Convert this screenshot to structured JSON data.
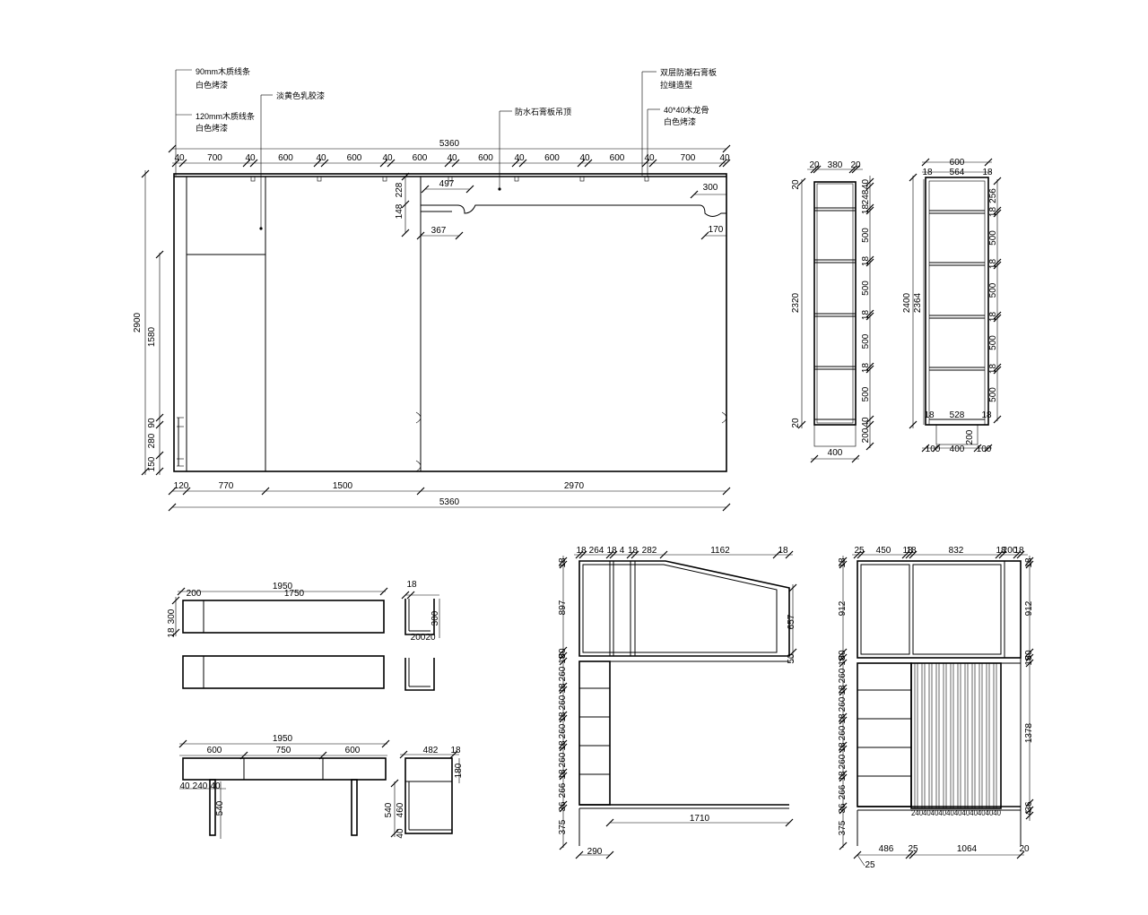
{
  "notes": {
    "n1_l1": "90mm木质线条",
    "n1_l2": "白色烤漆",
    "n2_l1": "120mm木质线条",
    "n2_l2": "白色烤漆",
    "n3": "淡黄色乳胶漆",
    "n4": "防水石膏板吊顶",
    "n5_l1": "双层防潮石膏板",
    "n5_l2": "拉缝造型",
    "n6_l1": "40*40木龙骨",
    "n6_l2": "白色烤漆"
  },
  "elevation": {
    "top_total": "5360",
    "top_segments": [
      "40",
      "700",
      "40",
      "600",
      "40",
      "600",
      "40",
      "600",
      "40",
      "600",
      "40",
      "600",
      "40",
      "600",
      "40",
      "700",
      "40"
    ],
    "bottom_segments": [
      "120",
      "770",
      "1500",
      "2970"
    ],
    "bottom_total": "5360",
    "height_total": "2900",
    "height_1580": "1580",
    "height_90": "90",
    "height_280": "280",
    "height_150": "150",
    "arch_497": "497",
    "arch_300": "300",
    "arch_367": "367",
    "arch_170": "170",
    "arch_228": "228",
    "arch_148": "148"
  },
  "shelf_a": {
    "top": [
      "20",
      "380",
      "20"
    ],
    "right": [
      "40",
      "248",
      "18",
      "500",
      "18",
      "500",
      "18",
      "500",
      "18",
      "500",
      "40",
      "200"
    ],
    "left_total": "2320",
    "left_20_top": "20",
    "left_20_bottom": "20",
    "bottom": "400"
  },
  "shelf_b": {
    "top_total": "600",
    "top": [
      "18",
      "564",
      "18"
    ],
    "right": [
      "256",
      "18",
      "500",
      "18",
      "500",
      "18",
      "500",
      "18",
      "500"
    ],
    "left_total": "2400",
    "left_inner": "2364",
    "bottom_inner": [
      "18",
      "528",
      "18"
    ],
    "plinth": "200",
    "bottom": [
      "100",
      "400",
      "100"
    ]
  },
  "desk_top": {
    "total": "1950",
    "w200": "200",
    "w1750": "1750",
    "h18": "18",
    "h300": "300",
    "side_18": "18",
    "side_300": "300",
    "side_200": "200",
    "side_20": "20"
  },
  "desk_front": {
    "total": "1950",
    "segs": [
      "600",
      "750",
      "600"
    ],
    "leg": [
      "40",
      "240",
      "40"
    ],
    "leg_h": "540",
    "side_w": "482",
    "side_18": "18",
    "side_180": "180",
    "side_540": "540",
    "side_460": "460",
    "side_40": "40"
  },
  "bunk_left": {
    "top": [
      "18",
      "264",
      "18",
      "4",
      "18",
      "282",
      "1162",
      "18"
    ],
    "left": [
      "18",
      "897",
      "50",
      "18",
      "260",
      "18",
      "260",
      "18",
      "260",
      "18",
      "260",
      "18",
      "266",
      "36",
      "375"
    ],
    "right_657": "657",
    "right_50": "50",
    "bottom_1710": "1710",
    "bottom_290": "290"
  },
  "bunk_right": {
    "top": [
      "25",
      "450",
      "18",
      "18",
      "832",
      "18",
      "200",
      "18"
    ],
    "left": [
      "18",
      "912",
      "50",
      "18",
      "260",
      "18",
      "260",
      "18",
      "260",
      "18",
      "260",
      "18",
      "266",
      "36",
      "375"
    ],
    "right": [
      "18",
      "912",
      "50",
      "18",
      "1378",
      "36",
      "4"
    ],
    "slats_label": "24040404040404040404040",
    "bottom": [
      "486",
      "25",
      "1064",
      "20"
    ],
    "bottom_25": "25"
  }
}
